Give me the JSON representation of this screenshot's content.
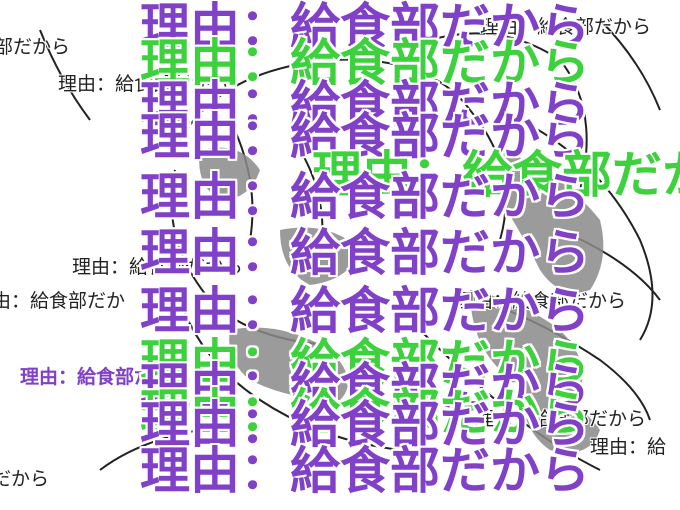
{
  "comments": [
    {
      "text": "理由：給食部だから",
      "color": "purple"
    },
    {
      "text": "理由：給食部だから",
      "color": "green"
    },
    {
      "text": "理由：給食部だから",
      "color": "purple"
    },
    {
      "text": "理由：給食部だから",
      "color": "purple"
    },
    {
      "text": "理由：給食部だから",
      "color": "green"
    },
    {
      "text": "理由：給食部だから",
      "color": "purple"
    },
    {
      "text": "理由：給食部だから",
      "color": "purple"
    },
    {
      "text": "理由：給食部だから",
      "color": "purple"
    },
    {
      "text": "理由：給食部だから",
      "color": "green"
    },
    {
      "text": "理由：給食部だから",
      "color": "purple"
    },
    {
      "text": "理由：給食部だから",
      "color": "green"
    },
    {
      "text": "理由：給食部だから",
      "color": "purple"
    },
    {
      "text": "理由：給食部だから",
      "color": "purple"
    },
    {
      "text": "理由：給食部だから",
      "color": "black"
    },
    {
      "text": "部だから",
      "color": "black"
    },
    {
      "text": "理由：給食部だから",
      "color": "black"
    },
    {
      "text": "理由：給食部だから",
      "color": "black"
    },
    {
      "text": "由：給食部だか",
      "color": "black"
    },
    {
      "text": "理由：給食部だから",
      "color": "black"
    },
    {
      "text": "理由：給食部だか",
      "color": "purple"
    },
    {
      "text": "理由：給食部だから",
      "color": "black"
    },
    {
      "text": "理由：給",
      "color": "black"
    },
    {
      "text": "だから",
      "color": "black"
    }
  ],
  "colors": {
    "purple": "#8040c8",
    "green": "#3ed13e",
    "black": "#222222"
  }
}
